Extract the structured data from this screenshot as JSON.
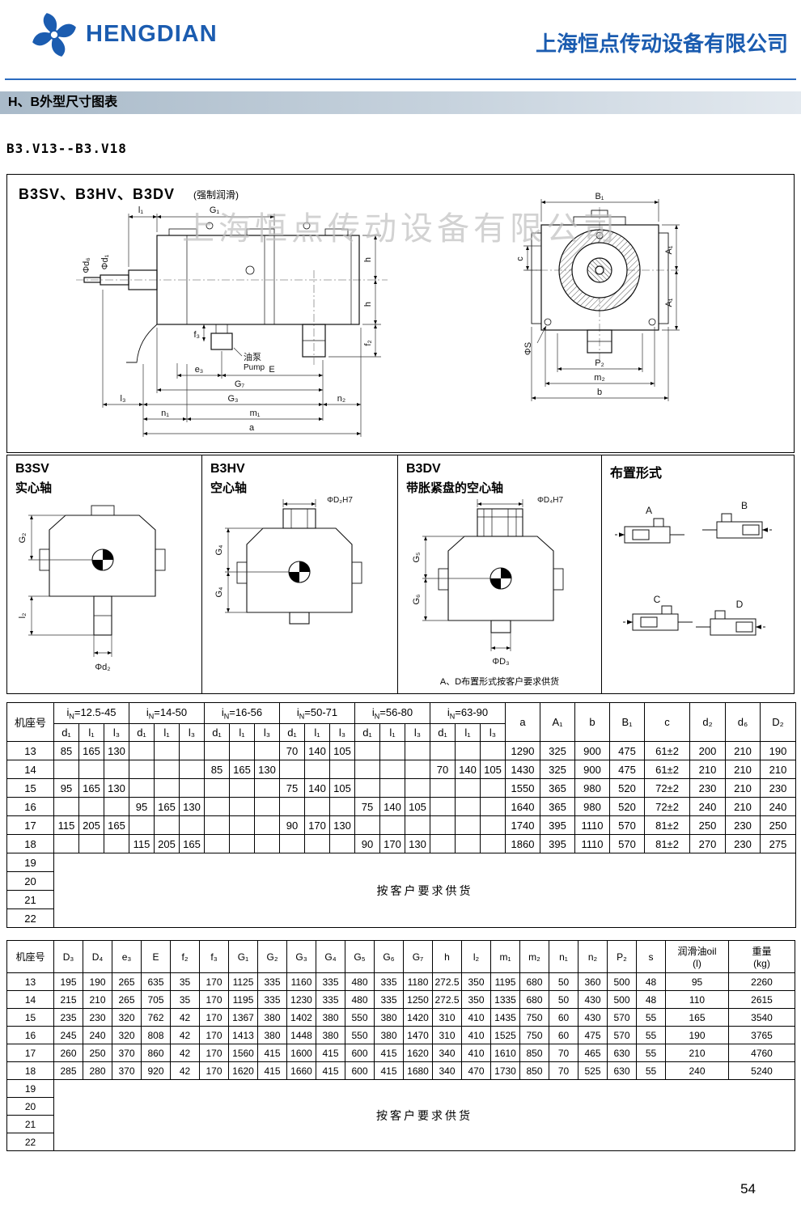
{
  "header": {
    "brand": "HENGDIAN",
    "company": "上海恒点传动设备有限公司"
  },
  "section_title": "H、B外型尺寸图表",
  "model_range": "B3.V13--B3.V18",
  "page_number": "54",
  "diagram": {
    "title": "B3SV、B3HV、B3DV",
    "subtitle": "(强制润滑)",
    "watermark": "上海恒点传动设备有限公司",
    "side": {
      "l1": "l₁",
      "G1": "G₁",
      "d6": "Φd₆",
      "d1": "Φd₁",
      "h1": "h",
      "h2": "h",
      "f3": "f₃",
      "f2": "f₂",
      "pump_cn": "油泵",
      "pump_en": "Pump",
      "e3": "e₃",
      "E": "E",
      "G7": "G₇",
      "G3": "G₃",
      "l3": "l₃",
      "n1": "n₁",
      "m1": "m₁",
      "n2": "n₂",
      "a": "a"
    },
    "end": {
      "B1": "B₁",
      "A1a": "A₁",
      "A1b": "A₁",
      "c": "c",
      "S": "ΦS",
      "P2": "P₂",
      "m2": "m₂",
      "b": "b"
    }
  },
  "panels": {
    "b3sv": {
      "title": "B3SV",
      "subtitle": "实心轴",
      "G2": "G₂",
      "l2": "l₂",
      "d2": "Φd₂"
    },
    "b3hv": {
      "title": "B3HV",
      "subtitle": "空心轴",
      "D2": "ΦD₂H7",
      "G4a": "G₄",
      "G4b": "G₄"
    },
    "b3dv": {
      "title": "B3DV",
      "subtitle": "带胀紧盘的空心轴",
      "D4": "ΦD₄H7",
      "G5": "G₅",
      "G6": "G₆",
      "D3": "ΦD₃",
      "note": "A、D布置形式按客户要求供货"
    },
    "layout": {
      "title": "布置形式",
      "A": "A",
      "B": "B",
      "C": "C",
      "D": "D"
    }
  },
  "table1": {
    "frame_col": "机座号",
    "groups": [
      {
        "label": "iN=12.5-45",
        "sub": [
          "d₁",
          "l₁",
          "l₃"
        ]
      },
      {
        "label": "iN=14-50",
        "sub": [
          "d₁",
          "l₁",
          "l₃"
        ]
      },
      {
        "label": "iN=16-56",
        "sub": [
          "d₁",
          "l₁",
          "l₃"
        ]
      },
      {
        "label": "iN=50-71",
        "sub": [
          "d₁",
          "l₁",
          "l₃"
        ]
      },
      {
        "label": "iN=56-80",
        "sub": [
          "d₁",
          "l₁",
          "l₃"
        ]
      },
      {
        "label": "iN=63-90",
        "sub": [
          "d₁",
          "l₁",
          "l₃"
        ]
      }
    ],
    "tail_cols": [
      "a",
      "A₁",
      "b",
      "B₁",
      "c",
      "d₂",
      "d₆",
      "D₂"
    ],
    "rows": [
      {
        "frame": "13",
        "cells": [
          "85",
          "165",
          "130",
          "",
          "",
          "",
          "",
          "",
          "",
          "70",
          "140",
          "105",
          "",
          "",
          "",
          "",
          "",
          ""
        ],
        "tail": [
          "1290",
          "325",
          "900",
          "475",
          "61±2",
          "200",
          "210",
          "190"
        ]
      },
      {
        "frame": "14",
        "cells": [
          "",
          "",
          "",
          "",
          "",
          "",
          "85",
          "165",
          "130",
          "",
          "",
          "",
          "",
          "",
          "",
          "70",
          "140",
          "105"
        ],
        "tail": [
          "1430",
          "325",
          "900",
          "475",
          "61±2",
          "210",
          "210",
          "210"
        ]
      },
      {
        "frame": "15",
        "cells": [
          "95",
          "165",
          "130",
          "",
          "",
          "",
          "",
          "",
          "",
          "75",
          "140",
          "105",
          "",
          "",
          "",
          "",
          "",
          ""
        ],
        "tail": [
          "1550",
          "365",
          "980",
          "520",
          "72±2",
          "230",
          "210",
          "230"
        ]
      },
      {
        "frame": "16",
        "cells": [
          "",
          "",
          "",
          "95",
          "165",
          "130",
          "",
          "",
          "",
          "",
          "",
          "",
          "75",
          "140",
          "105",
          "",
          "",
          ""
        ],
        "tail": [
          "1640",
          "365",
          "980",
          "520",
          "72±2",
          "240",
          "210",
          "240"
        ]
      },
      {
        "frame": "17",
        "cells": [
          "115",
          "205",
          "165",
          "",
          "",
          "",
          "",
          "",
          "",
          "90",
          "170",
          "130",
          "",
          "",
          "",
          "",
          "",
          ""
        ],
        "tail": [
          "1740",
          "395",
          "1110",
          "570",
          "81±2",
          "250",
          "230",
          "250"
        ]
      },
      {
        "frame": "18",
        "cells": [
          "",
          "",
          "",
          "115",
          "205",
          "165",
          "",
          "",
          "",
          "",
          "",
          "",
          "90",
          "170",
          "130",
          "",
          "",
          ""
        ],
        "tail": [
          "1860",
          "395",
          "1110",
          "570",
          "81±2",
          "270",
          "230",
          "275"
        ]
      }
    ],
    "note_rows": [
      "19",
      "20",
      "21",
      "22"
    ],
    "note": "按客户要求供货"
  },
  "table2": {
    "frame_col": "机座号",
    "cols": [
      "D₃",
      "D₄",
      "e₃",
      "E",
      "f₂",
      "f₃",
      "G₁",
      "G₂",
      "G₃",
      "G₄",
      "G₅",
      "G₆",
      "G₇",
      "h",
      "l₂",
      "m₁",
      "m₂",
      "n₁",
      "n₂",
      "P₂",
      "s",
      "润滑油oil\n(l)",
      "重量\n(kg)"
    ],
    "rows": [
      {
        "frame": "13",
        "cells": [
          "195",
          "190",
          "265",
          "635",
          "35",
          "170",
          "1125",
          "335",
          "1160",
          "335",
          "480",
          "335",
          "1180",
          "272.5",
          "350",
          "1195",
          "680",
          "50",
          "360",
          "500",
          "48",
          "95",
          "2260"
        ]
      },
      {
        "frame": "14",
        "cells": [
          "215",
          "210",
          "265",
          "705",
          "35",
          "170",
          "1195",
          "335",
          "1230",
          "335",
          "480",
          "335",
          "1250",
          "272.5",
          "350",
          "1335",
          "680",
          "50",
          "430",
          "500",
          "48",
          "110",
          "2615"
        ]
      },
      {
        "frame": "15",
        "cells": [
          "235",
          "230",
          "320",
          "762",
          "42",
          "170",
          "1367",
          "380",
          "1402",
          "380",
          "550",
          "380",
          "1420",
          "310",
          "410",
          "1435",
          "750",
          "60",
          "430",
          "570",
          "55",
          "165",
          "3540"
        ]
      },
      {
        "frame": "16",
        "cells": [
          "245",
          "240",
          "320",
          "808",
          "42",
          "170",
          "1413",
          "380",
          "1448",
          "380",
          "550",
          "380",
          "1470",
          "310",
          "410",
          "1525",
          "750",
          "60",
          "475",
          "570",
          "55",
          "190",
          "3765"
        ]
      },
      {
        "frame": "17",
        "cells": [
          "260",
          "250",
          "370",
          "860",
          "42",
          "170",
          "1560",
          "415",
          "1600",
          "415",
          "600",
          "415",
          "1620",
          "340",
          "410",
          "1610",
          "850",
          "70",
          "465",
          "630",
          "55",
          "210",
          "4760"
        ]
      },
      {
        "frame": "18",
        "cells": [
          "285",
          "280",
          "370",
          "920",
          "42",
          "170",
          "1620",
          "415",
          "1660",
          "415",
          "600",
          "415",
          "1680",
          "340",
          "470",
          "1730",
          "850",
          "70",
          "525",
          "630",
          "55",
          "240",
          "5240"
        ]
      }
    ],
    "note_rows": [
      "19",
      "20",
      "21",
      "22"
    ],
    "note": "按客户要求供货"
  }
}
